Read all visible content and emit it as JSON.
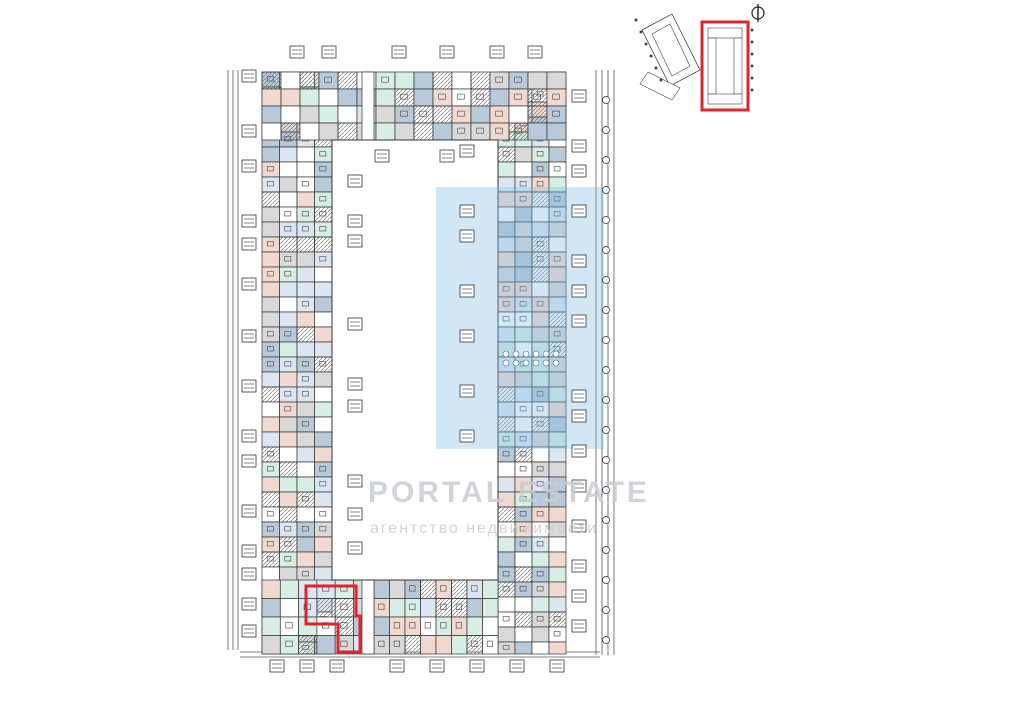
{
  "watermark": {
    "title": "PORTAL ESTATE",
    "subtitle": "агентство недвижимости"
  },
  "floor_plan": {
    "highlighted_unit": "corner apartment (lower-left section)",
    "room_colors": [
      "#f2d9cf",
      "#d6eee3",
      "#dce6f2",
      "#b8c9da",
      "#d9d9d9",
      "#ffffff"
    ],
    "highlight_color": "#e0242c",
    "overlay_color": "#7fb9e6"
  },
  "key_plan": {
    "north_arrow": "north-arrow-icon",
    "highlighted_section": "east wing"
  }
}
